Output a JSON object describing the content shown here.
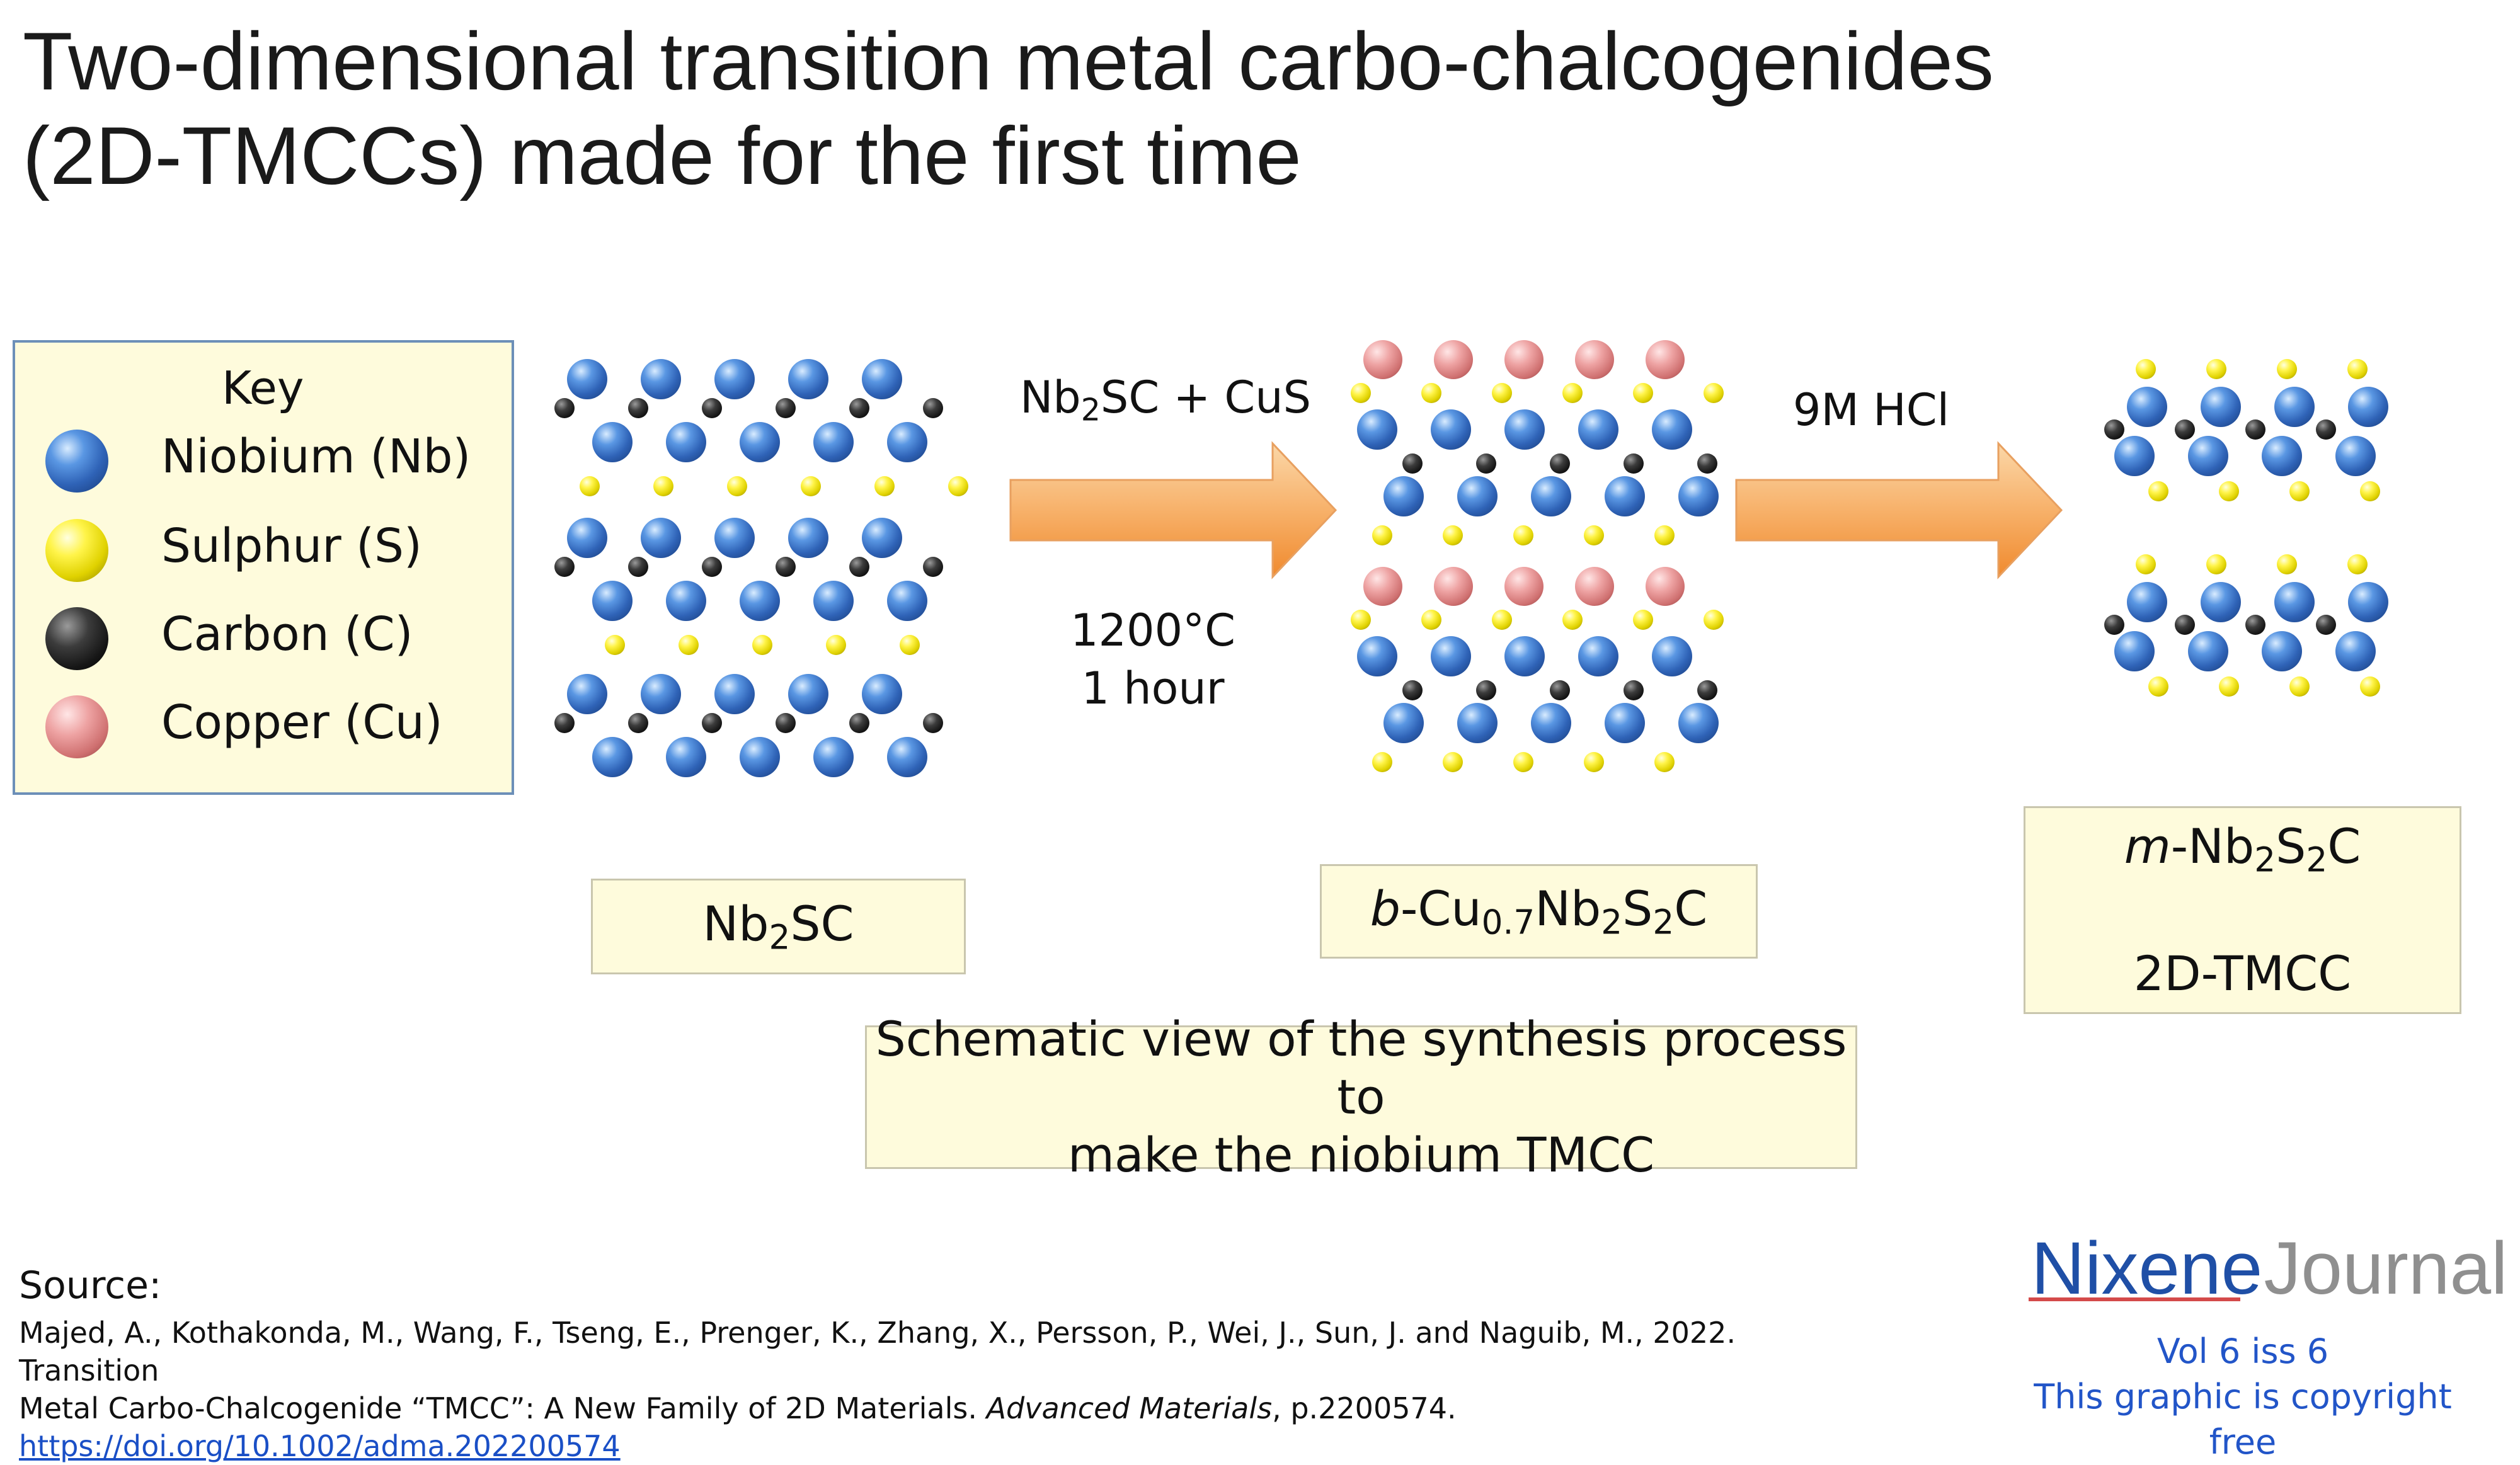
{
  "title": {
    "line1": "Two-dimensional transition metal carbo-chalcogenides",
    "line2": "(2D-TMCCs) made for the first time"
  },
  "key": {
    "title": "Key",
    "items": [
      {
        "label": "Niobium (Nb)",
        "color": "#3b72c6",
        "icon": "niobium-atom-icon"
      },
      {
        "label": "Sulphur (S)",
        "color": "#f2e600",
        "icon": "sulphur-atom-icon"
      },
      {
        "label": "Carbon (C)",
        "color": "#222222",
        "icon": "carbon-atom-icon"
      },
      {
        "label": "Copper (Cu)",
        "color": "#e29393",
        "icon": "copper-atom-icon"
      }
    ]
  },
  "step1": {
    "reagent_main": "Nb",
    "reagent_sub": "2",
    "reagent_rest": "SC + CuS",
    "temperature": "1200°C",
    "duration": "1 hour"
  },
  "step2": {
    "reagent": "9M HCl"
  },
  "structures": {
    "s1": {
      "a": "Nb",
      "a_sub": "2",
      "b": "SC"
    },
    "s2": {
      "prefix": "b",
      "a": "-Cu",
      "a_sub": "0.7",
      "b": "Nb",
      "b_sub": "2",
      "c": "S",
      "c_sub": "2",
      "d": "C"
    },
    "s3": {
      "prefix": "m",
      "a": "-Nb",
      "a_sub": "2",
      "b": "S",
      "b_sub": "2",
      "c": "C",
      "name": "2D-TMCC"
    }
  },
  "caption": {
    "line1": "Schematic view of the synthesis process to",
    "line2": "make the niobium TMCC"
  },
  "source": {
    "heading": "Source:",
    "line1": "Majed, A., Kothakonda, M., Wang, F., Tseng, E., Prenger, K., Zhang, X., Persson, P., Wei, J., Sun, J. and Naguib, M., 2022. Transition",
    "line2a": "Metal Carbo-Chalcogenide “TMCC”: A New Family of 2D Materials. ",
    "line2_journal": "Advanced Materials",
    "line2b": ", p.2200574.",
    "doi": "https://doi.org/10.1002/adma.202200574"
  },
  "logo": {
    "part1": "Nixene",
    "part2": "Journal"
  },
  "volume": {
    "issue": "Vol 6 iss 6",
    "note": "This graphic is copyright free"
  },
  "colors": {
    "niobium": "#3b72c6",
    "sulphur": "#f2e600",
    "carbon": "#222222",
    "copper": "#e29393",
    "box_fill": "#fefbdc",
    "arrow": "#f5a352",
    "logo_blue": "#1f4fa6",
    "link": "#1a4fc6"
  }
}
